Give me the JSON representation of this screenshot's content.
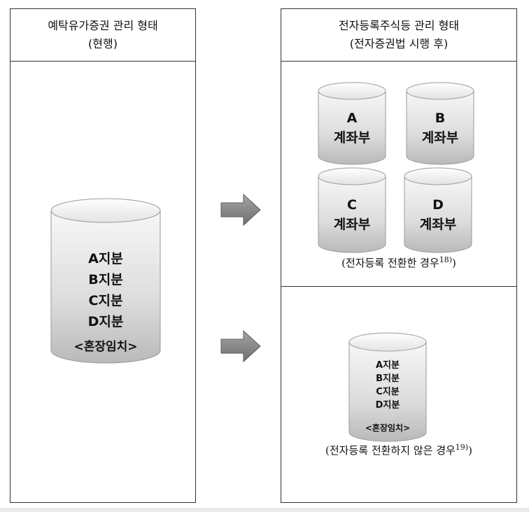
{
  "left": {
    "title": "예탁유가증권 관리 형태",
    "subtitle": "(현행)",
    "cylinder": {
      "lines": [
        "A지분",
        "B지분",
        "C지분",
        "D지분"
      ],
      "footer": "<혼장임치>"
    }
  },
  "right": {
    "title": "전자등록주식등 관리 형태",
    "subtitle": "(전자증권법 시행 후)",
    "top_section": {
      "cylinders": [
        {
          "letter": "A",
          "label": "계좌부"
        },
        {
          "letter": "B",
          "label": "계좌부"
        },
        {
          "letter": "C",
          "label": "계좌부"
        },
        {
          "letter": "D",
          "label": "계좌부"
        }
      ],
      "caption": "(전자등록 전환한 경우",
      "caption_note": "18)",
      "caption_end": ")"
    },
    "bottom_section": {
      "cylinder": {
        "lines": [
          "A지분",
          "B지분",
          "C지분",
          "D지분"
        ],
        "footer": "<혼장임치>"
      },
      "caption": "(전자등록 전환하지 않은 경우",
      "caption_note": "19)",
      "caption_end": ")"
    }
  },
  "colors": {
    "border": "#333333",
    "cylinder_light": "#f4f4f4",
    "cylinder_dark": "#bdbdbd",
    "arrow": "#8a8a8a"
  }
}
